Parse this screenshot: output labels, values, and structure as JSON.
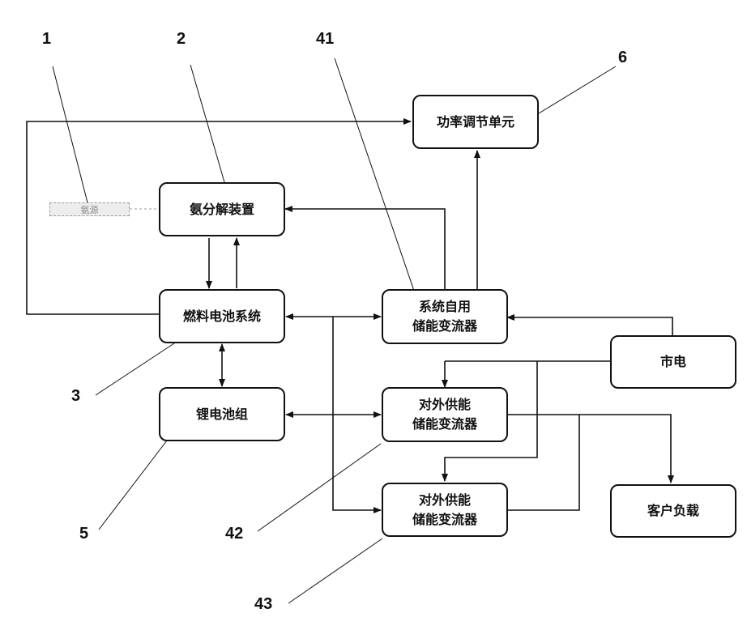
{
  "blocks": {
    "power_unit": "功率调节单元",
    "ammonia_decomposer": "氨分解装置",
    "ammonia_source": "氨源",
    "fuel_cell_system": "燃料电池系统",
    "self_use_converter": "系统自用\n储能变流器",
    "grid": "市电",
    "lithium_pack": "锂电池组",
    "external_converter_1": "对外供能\n储能变流器",
    "external_converter_2": "对外供能\n储能变流器",
    "customer_load": "客户负载"
  },
  "labels": {
    "l1": "1",
    "l2": "2",
    "l41": "41",
    "l6": "6",
    "l3": "3",
    "l5": "5",
    "l42": "42",
    "l43": "43"
  }
}
